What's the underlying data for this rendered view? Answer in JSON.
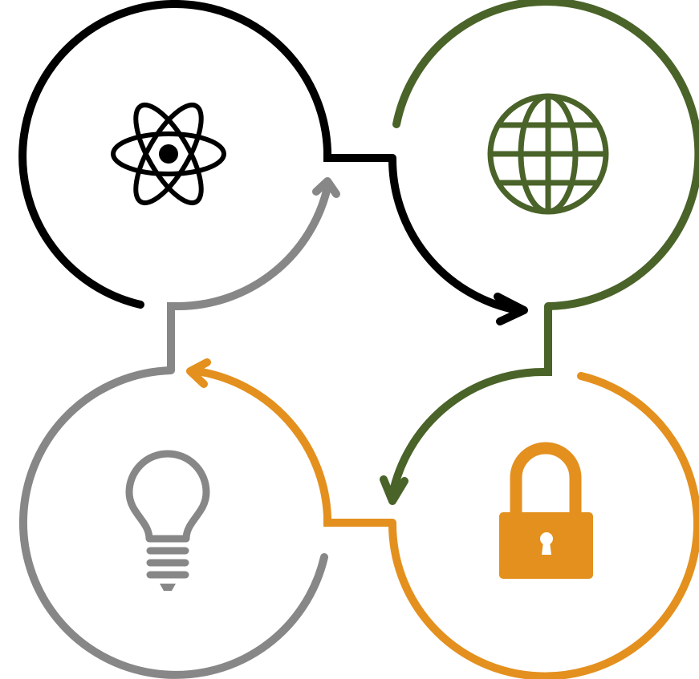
{
  "diagram": {
    "type": "cycle",
    "nodes": [
      {
        "id": "science",
        "icon": "atom-icon",
        "color": "#000000"
      },
      {
        "id": "global",
        "icon": "globe-icon",
        "color": "#4a6329"
      },
      {
        "id": "security",
        "icon": "padlock-icon",
        "color": "#e4901e"
      },
      {
        "id": "idea",
        "icon": "lightbulb-icon",
        "color": "#878787"
      }
    ],
    "flow": [
      "science",
      "global",
      "security",
      "idea",
      "science"
    ]
  }
}
